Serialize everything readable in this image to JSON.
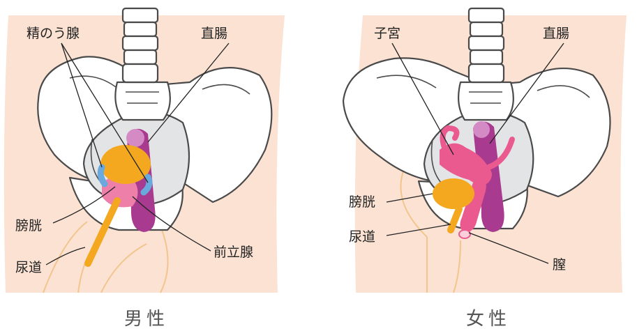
{
  "colors": {
    "body": "#fbe2d3",
    "bone": "#ffffff",
    "cavity": "#e3e4e5",
    "outline": "#4a4a4a",
    "bladder": "#f3a81f",
    "rectum": "#a83b8f",
    "rectum_highlight": "#d48ac4",
    "prostate": "#ee7fa8",
    "seminal_vesicle": "#6aa9dd",
    "uterus": "#ea5a8e",
    "leader": "#222222",
    "caption": "#555555"
  },
  "male": {
    "caption": "男性",
    "labels": {
      "seminal_vesicle": "精のう腺",
      "rectum": "直腸",
      "bladder": "膀胱",
      "urethra": "尿道",
      "prostate": "前立腺"
    }
  },
  "female": {
    "caption": "女性",
    "labels": {
      "uterus": "子宮",
      "rectum": "直腸",
      "bladder": "膀胱",
      "urethra": "尿道",
      "vagina": "膣"
    }
  }
}
